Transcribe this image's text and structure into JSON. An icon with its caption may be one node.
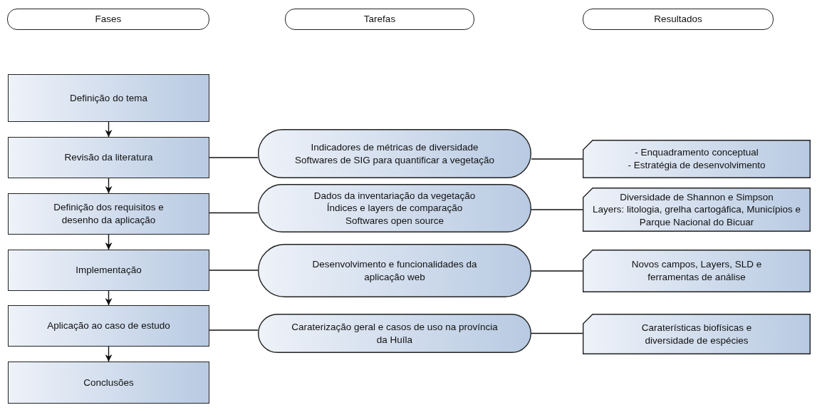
{
  "diagram": {
    "nodes": [
      {
        "text": [
          "Fases"
        ]
      },
      {
        "text": [
          "Tarefas"
        ]
      },
      {
        "text": [
          "Resultados"
        ]
      },
      {
        "text": [
          "Definição do tema"
        ]
      },
      {
        "text": [
          "Revisão da literatura"
        ]
      },
      {
        "text": [
          "Indicadores de métricas de diversidade",
          "Softwares de SIG para quantificar a vegetação"
        ]
      },
      {
        "text": [
          "- Enquadramento conceptual",
          "- Estratégia de desenvolvimento"
        ]
      },
      {
        "text": [
          "Definição dos requisitos e desenho da aplicação"
        ]
      },
      {
        "text": [
          "Dados da inventariação da vegetação",
          "Índices e layers de comparação",
          "Softwares open source"
        ]
      },
      {
        "text": [
          "Diversidade de Shannon e Simpson",
          "Layers: litologia, grelha cartogáfica, Municípios e Parque Nacional do Bicuar"
        ]
      },
      {
        "text": [
          "Implementação"
        ]
      },
      {
        "text": [
          "Desenvolvimento e funcionalidades da aplicação web"
        ]
      },
      {
        "text": [
          "Novos campos, Layers, SLD e ferramentas de análise"
        ]
      },
      {
        "text": [
          "Aplicação ao caso de estudo"
        ]
      },
      {
        "text": [
          "Caraterização geral e casos de uso na província da Huíla"
        ]
      },
      {
        "text": [
          "Caraterísticas biofísicas e diversidade de espécies"
        ]
      },
      {
        "text": [
          "Conclusões"
        ]
      }
    ],
    "edges": [
      {
        "from": 3,
        "to": 4,
        "arrow": "to"
      },
      {
        "from": 4,
        "to": 7,
        "arrow": "to"
      },
      {
        "from": 7,
        "to": 10,
        "arrow": "to"
      },
      {
        "from": 10,
        "to": 13,
        "arrow": "to"
      },
      {
        "from": 13,
        "to": 16,
        "arrow": "to"
      },
      {
        "from": 4,
        "to": 5,
        "arrow": "none"
      },
      {
        "from": 5,
        "to": 6,
        "arrow": "none"
      },
      {
        "from": 7,
        "to": 8,
        "arrow": "none"
      },
      {
        "from": 8,
        "to": 9,
        "arrow": "none"
      },
      {
        "from": 10,
        "to": 11,
        "arrow": "none"
      },
      {
        "from": 11,
        "to": 12,
        "arrow": "none"
      },
      {
        "from": 13,
        "to": 14,
        "arrow": "none"
      },
      {
        "from": 14,
        "to": 15,
        "arrow": "none"
      }
    ]
  }
}
